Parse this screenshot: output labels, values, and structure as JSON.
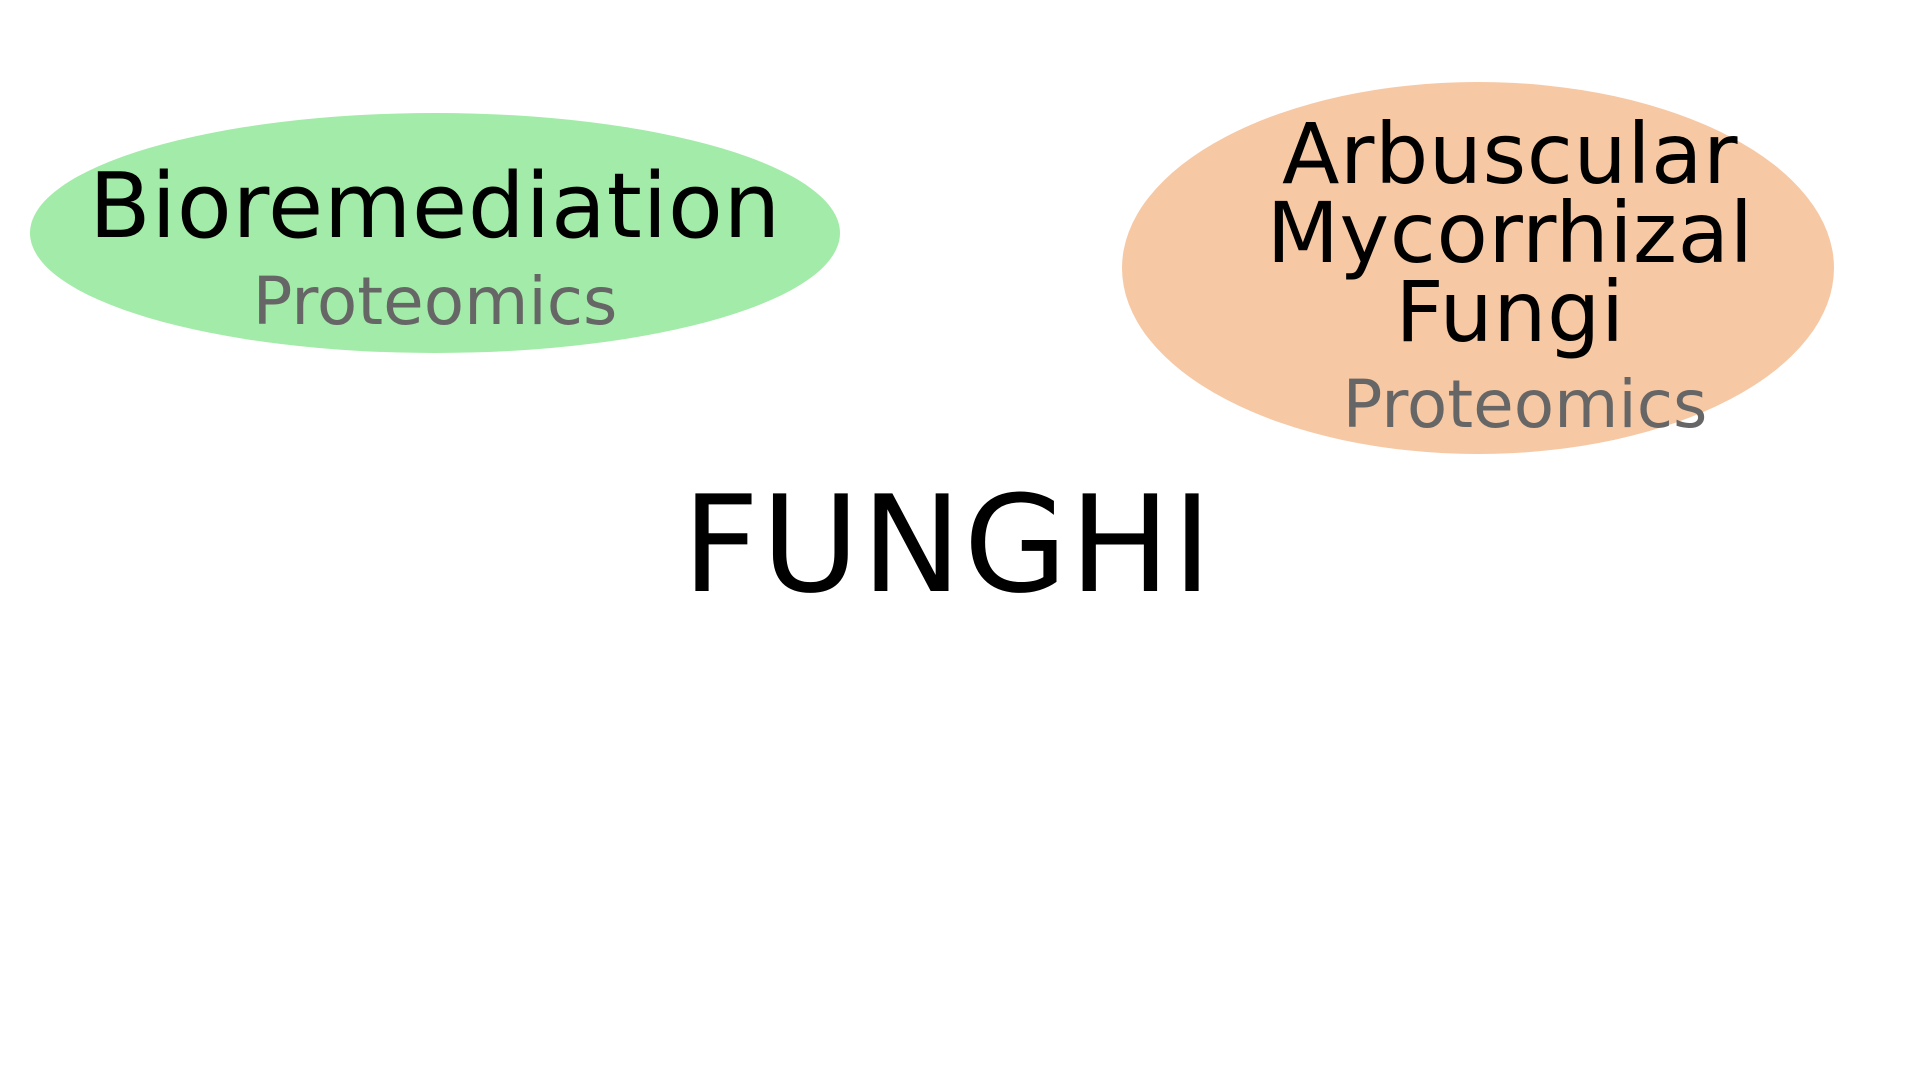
{
  "center": {
    "title": "FUNGHI"
  },
  "bubbles": [
    {
      "title": "Bioremediation",
      "subtitle": "Proteomics",
      "color": "#a3eba8"
    },
    {
      "title_lines": [
        "Arbuscular",
        "Mycorrhizal",
        "Fungi"
      ],
      "subtitle": "Proteomics",
      "color": "#f6c8a4"
    }
  ],
  "colors": {
    "title_text": "#000000",
    "subtitle_text": "#666666",
    "background": "#ffffff"
  }
}
